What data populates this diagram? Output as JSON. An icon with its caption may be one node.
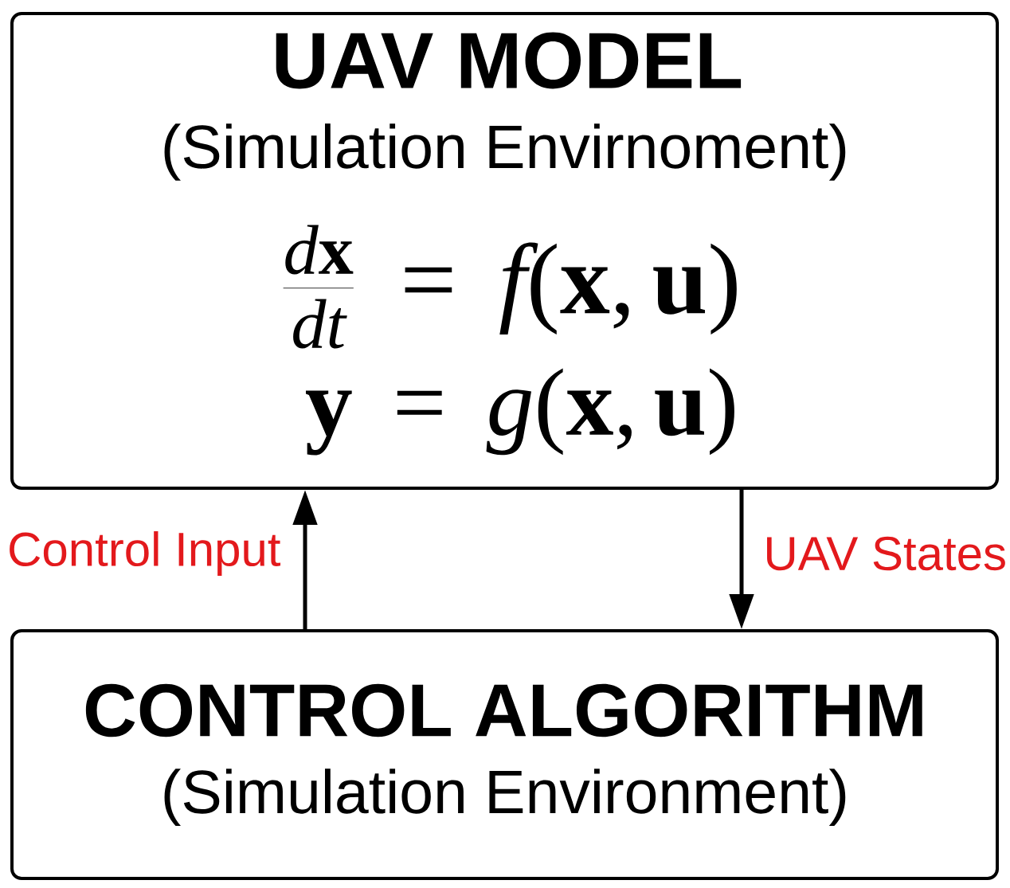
{
  "diagram": {
    "nodes": [
      {
        "text": [
          "UAV MODEL",
          "(Simulation Envirnoment)",
          "\\frac{d\\mathbf{x}}{dt} = f(\\mathbf{x}, \\mathbf{u})",
          "\\mathbf{y} = g(\\mathbf{x}, \\mathbf{u})"
        ]
      },
      {
        "text": [
          "CONTROL ALGORITHM",
          "(Simulation Environment)"
        ]
      }
    ],
    "edges": [
      {
        "from": 1,
        "to": 0,
        "arrow": "to",
        "label": "Control Input"
      },
      {
        "from": 0,
        "to": 1,
        "arrow": "to",
        "label": "UAV States"
      }
    ]
  }
}
